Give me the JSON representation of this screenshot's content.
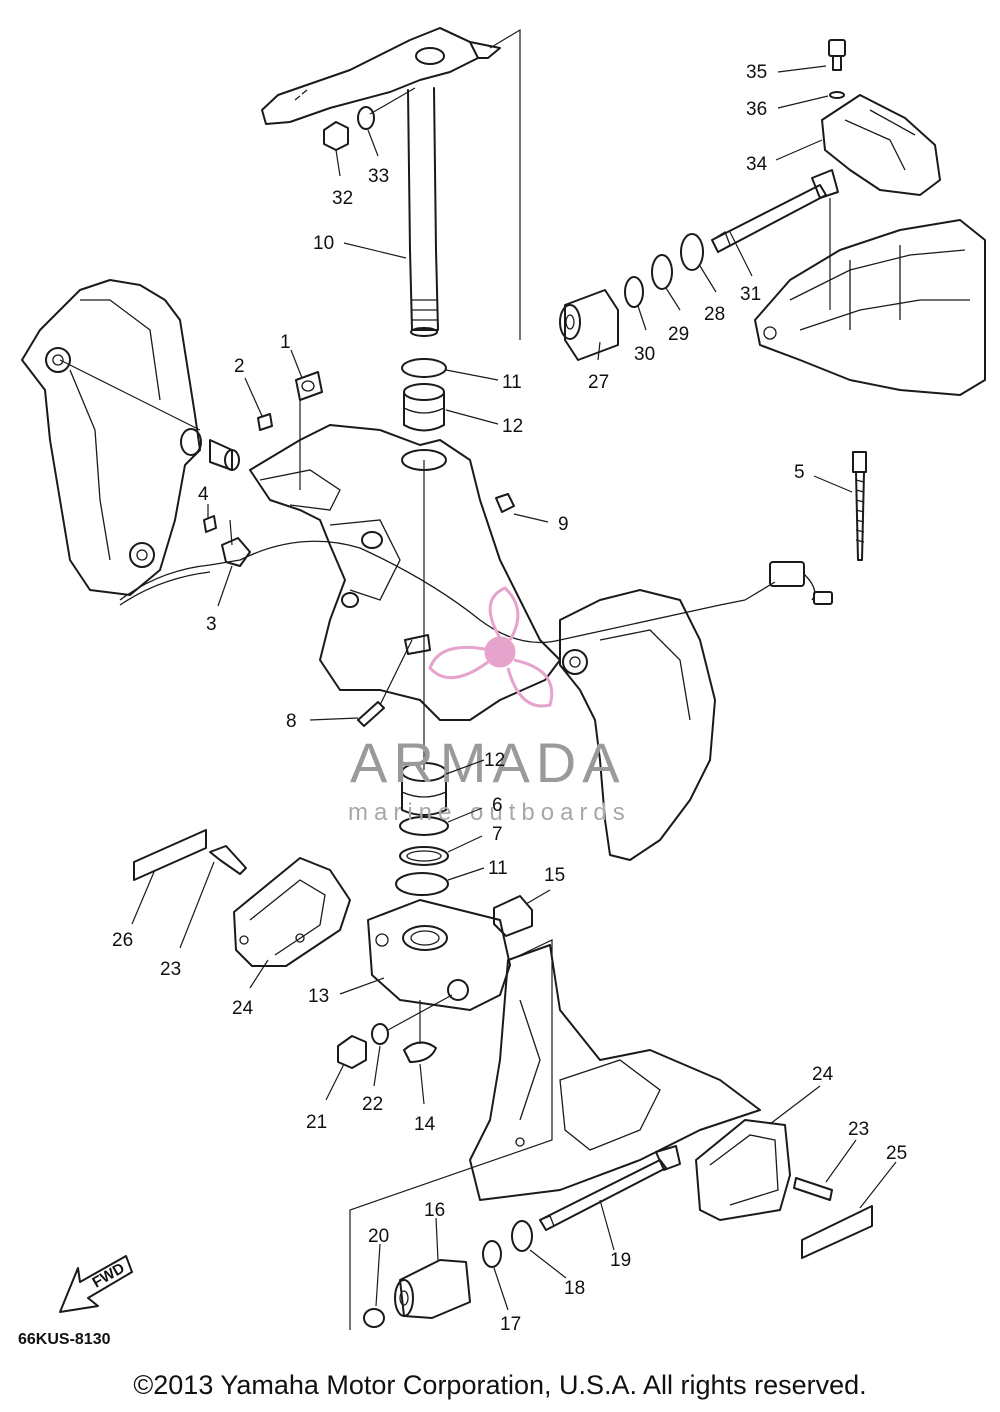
{
  "diagram": {
    "drawing_code": "66KUS-8130",
    "fwd_label": "FWD",
    "copyright": "©2013 Yamaha Motor Corporation, U.S.A. All rights reserved.",
    "watermark": {
      "word": "ARMADA",
      "subtitle": "marine outboards",
      "color": "#e6a3cc"
    },
    "callouts": {
      "c1": "1",
      "c2": "2",
      "c3": "3",
      "c4": "4",
      "c5": "5",
      "c6": "6",
      "c7": "7",
      "c8": "8",
      "c9": "9",
      "c10": "10",
      "c11a": "11",
      "c11b": "11",
      "c12a": "12",
      "c12b": "12",
      "c13": "13",
      "c14": "14",
      "c15": "15",
      "c16": "16",
      "c17": "17",
      "c18": "18",
      "c19": "19",
      "c20": "20",
      "c21": "21",
      "c22": "22",
      "c23a": "23",
      "c23b": "23",
      "c24a": "24",
      "c24b": "24",
      "c25": "25",
      "c26": "26",
      "c27": "27",
      "c28": "28",
      "c29": "29",
      "c30": "30",
      "c31": "31",
      "c32": "32",
      "c33": "33",
      "c34": "34",
      "c35": "35",
      "c36": "36"
    }
  }
}
